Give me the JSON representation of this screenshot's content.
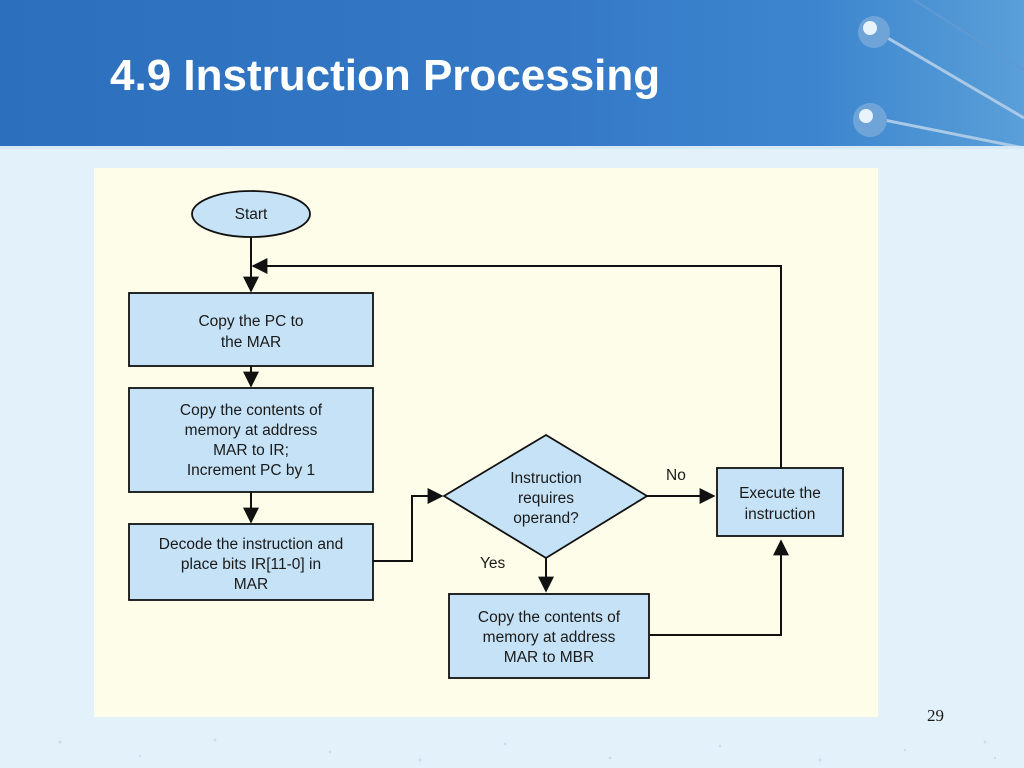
{
  "slide": {
    "title": "4.9 Instruction Processing",
    "page_number": "29"
  },
  "flowchart": {
    "start": "Start",
    "step_copy_pc": [
      "Copy the PC to",
      "the MAR"
    ],
    "step_fetch": [
      "Copy the contents of",
      "memory at address",
      "MAR to IR;",
      "Increment PC by 1"
    ],
    "step_decode": [
      "Decode the instruction and",
      "place bits IR[11-0] in",
      "MAR"
    ],
    "decision": [
      "Instruction",
      "requires",
      "operand?"
    ],
    "label_no": "No",
    "label_yes": "Yes",
    "step_execute": [
      "Execute the",
      "instruction"
    ],
    "step_operand": [
      "Copy the contents of",
      "memory at address",
      "MAR to MBR"
    ]
  },
  "colors": {
    "header": "#2f74c1",
    "node_fill": "#c6e2f6",
    "panel": "#fdfde9",
    "background": "#e3f1fb"
  }
}
